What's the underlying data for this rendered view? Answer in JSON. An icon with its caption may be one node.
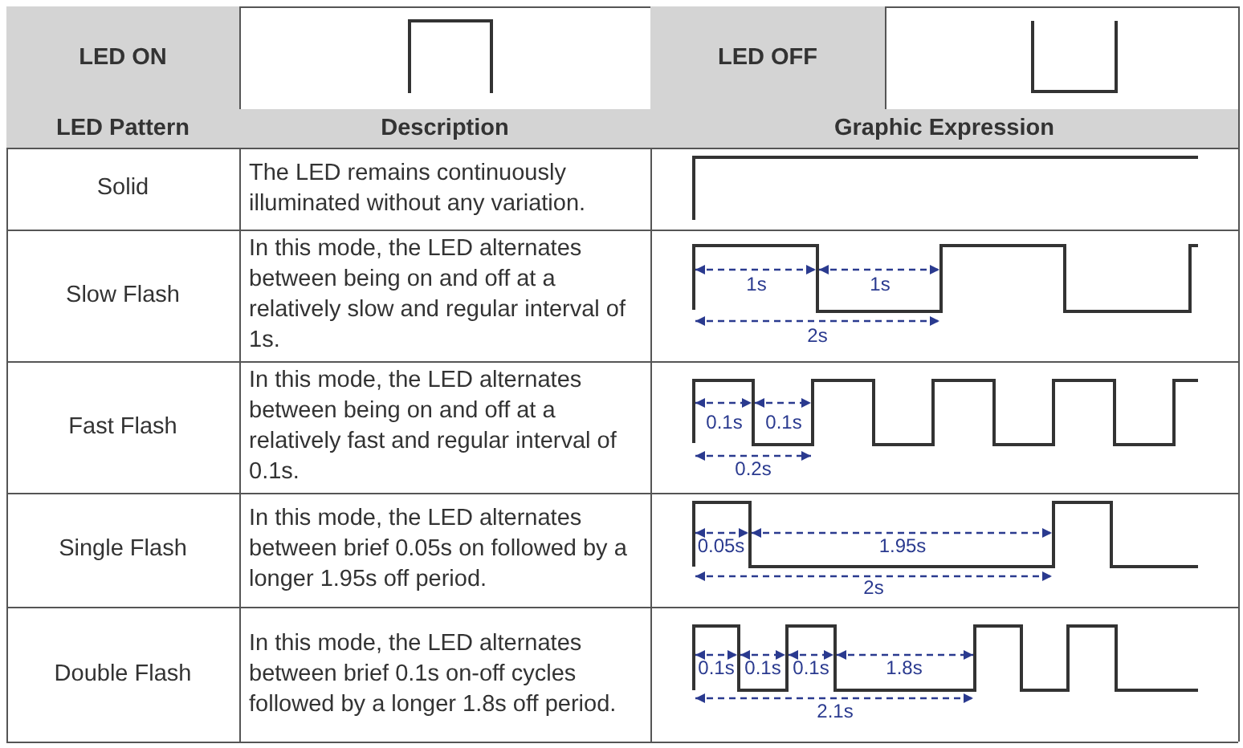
{
  "diagram": {
    "labels": [
      "LED ON",
      "LED OFF",
      "LED Pattern",
      "Description",
      "Graphic Expression",
      "Solid",
      "The LED remains continuously illuminated without any variation.",
      "Slow Flash",
      "In this mode, the LED alternates between being on and off at a relatively slow and regular interval of 1s.",
      "1s",
      "1s",
      "2s",
      "Fast Flash",
      "In this mode, the LED alternates between being on and off at a relatively fast and regular interval of 0.1s.",
      "0.1s",
      "0.1s",
      "0.2s",
      "Single Flash",
      "In this mode, the LED alternates between brief 0.05s on followed by a longer 1.95s off period.",
      "0.05s",
      "1.95s",
      "2s",
      "Double Flash",
      "In this mode, the LED alternates between brief 0.1s on-off cycles followed by a longer 1.8s off period.",
      "0.1s",
      "0.1s",
      "0.1s",
      "1.8s",
      "2.1s"
    ]
  }
}
